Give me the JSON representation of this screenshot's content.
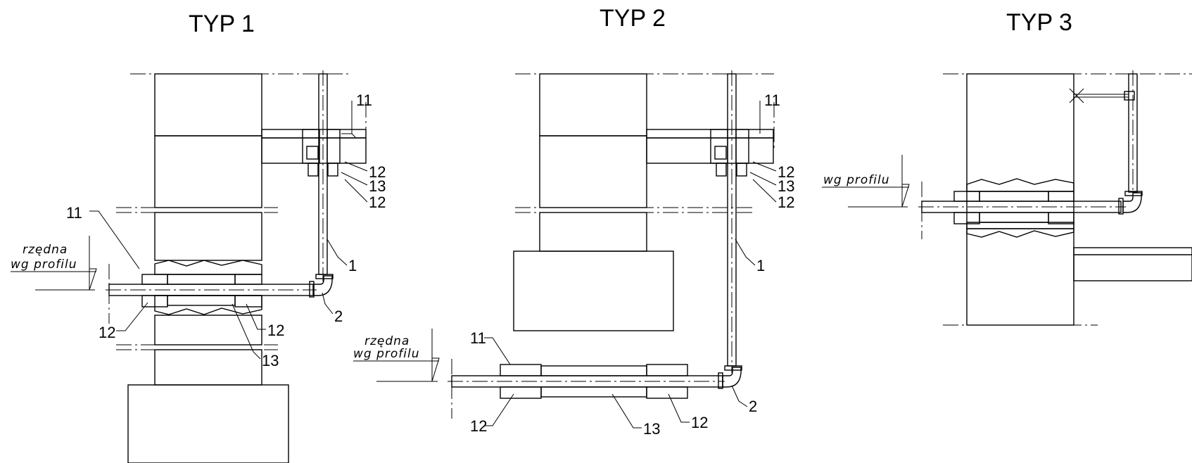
{
  "sections": [
    {
      "title": "TYP 1",
      "level_lines": [
        "rzędna",
        "wg profilu"
      ],
      "callouts": [
        "11",
        "12",
        "13",
        "12",
        "1",
        "11",
        "2",
        "12",
        "12",
        "13"
      ]
    },
    {
      "title": "TYP 2",
      "level_lines": [
        "rzędna",
        "wg profilu"
      ],
      "callouts": [
        "11",
        "12",
        "13",
        "12",
        "1",
        "11",
        "12",
        "13",
        "12",
        "2"
      ]
    },
    {
      "title": "TYP 3",
      "level_lines": [
        "wg profilu"
      ],
      "callouts": []
    }
  ],
  "colors": {
    "ink": "#000000",
    "paper": "#ffffff"
  }
}
